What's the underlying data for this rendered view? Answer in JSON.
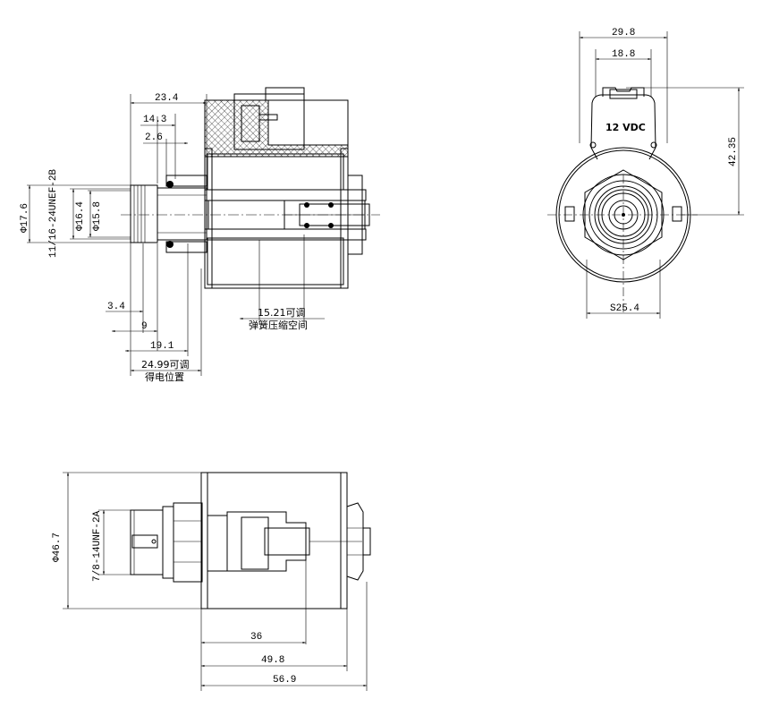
{
  "side_view": {
    "dims": {
      "d_23_4": "23.4",
      "d_14_3": "14.3",
      "d_2_6": "2.6",
      "d_3_4": "3.4",
      "d_9": "9",
      "d_19_1": "19.1",
      "d_24_99": "24.99可调",
      "d_24_99_note": "得电位置",
      "d_15_21": "15.21可调",
      "d_15_21_note": "弹簧压缩空间",
      "dia_17_6": "Φ17.6",
      "thread_top": "11/16-24UNEF-2B",
      "dia_16_4": "Φ16.4",
      "dia_15_8": "Φ15.8"
    }
  },
  "front_view": {
    "dims": {
      "d_29_8": "29.8",
      "d_18_8": "18.8",
      "d_42_35": "42.35",
      "s_25_4": "S25.4"
    },
    "label": "12 VDC"
  },
  "bottom_view": {
    "dims": {
      "dia_46_7": "Φ46.7",
      "thread_bottom": "7/8-14UNF-2A",
      "d_36": "36",
      "d_49_8": "49.8",
      "d_56_9": "56.9"
    }
  }
}
